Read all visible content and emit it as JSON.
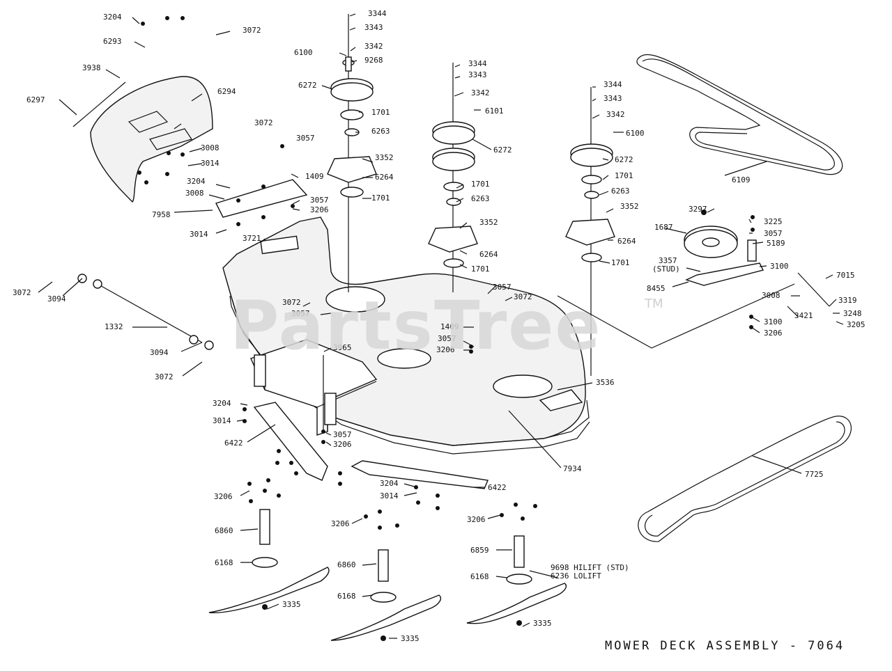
{
  "watermark": {
    "text": "PartsTree",
    "tm": "TM"
  },
  "caption": "MOWER DECK ASSEMBLY - 7064",
  "parts": [
    {
      "id": "p1",
      "label": "3204"
    },
    {
      "id": "p2",
      "label": "6293"
    },
    {
      "id": "p3",
      "label": "3072"
    },
    {
      "id": "p4",
      "label": "3938"
    },
    {
      "id": "p5",
      "label": "6297"
    },
    {
      "id": "p6",
      "label": "6294"
    },
    {
      "id": "p7",
      "label": "3344"
    },
    {
      "id": "p8",
      "label": "3343"
    },
    {
      "id": "p9",
      "label": "6100"
    },
    {
      "id": "p10",
      "label": "3342"
    },
    {
      "id": "p11",
      "label": "9268"
    },
    {
      "id": "p12",
      "label": "6272"
    },
    {
      "id": "p13",
      "label": "1701"
    },
    {
      "id": "p14",
      "label": "6263"
    },
    {
      "id": "p15",
      "label": "3352"
    },
    {
      "id": "p16",
      "label": "6264"
    },
    {
      "id": "p17",
      "label": "1701"
    },
    {
      "id": "p18",
      "label": "3072"
    },
    {
      "id": "p19",
      "label": "3057"
    },
    {
      "id": "p20",
      "label": "3008"
    },
    {
      "id": "p21",
      "label": "3014"
    },
    {
      "id": "p22",
      "label": "1409"
    },
    {
      "id": "p23",
      "label": "3204"
    },
    {
      "id": "p24",
      "label": "3008"
    },
    {
      "id": "p25",
      "label": "7958"
    },
    {
      "id": "p26",
      "label": "3057"
    },
    {
      "id": "p27",
      "label": "3206"
    },
    {
      "id": "p28",
      "label": "3014"
    },
    {
      "id": "p29",
      "label": "3721"
    },
    {
      "id": "p30",
      "label": "3344"
    },
    {
      "id": "p31",
      "label": "3343"
    },
    {
      "id": "p32",
      "label": "3342"
    },
    {
      "id": "p33",
      "label": "6101"
    },
    {
      "id": "p34",
      "label": "6272"
    },
    {
      "id": "p35",
      "label": "1701"
    },
    {
      "id": "p36",
      "label": "6263"
    },
    {
      "id": "p37",
      "label": "3352"
    },
    {
      "id": "p38",
      "label": "6264"
    },
    {
      "id": "p39",
      "label": "1701"
    },
    {
      "id": "p40",
      "label": "3344"
    },
    {
      "id": "p41",
      "label": "3343"
    },
    {
      "id": "p42",
      "label": "3342"
    },
    {
      "id": "p43",
      "label": "6100"
    },
    {
      "id": "p44",
      "label": "6272"
    },
    {
      "id": "p45",
      "label": "1701"
    },
    {
      "id": "p46",
      "label": "6263"
    },
    {
      "id": "p47",
      "label": "3352"
    },
    {
      "id": "p48",
      "label": "6264"
    },
    {
      "id": "p49",
      "label": "1701"
    },
    {
      "id": "p50",
      "label": "6109"
    },
    {
      "id": "p51",
      "label": "3297"
    },
    {
      "id": "p52",
      "label": "3225"
    },
    {
      "id": "p53",
      "label": "1687"
    },
    {
      "id": "p54",
      "label": "3057"
    },
    {
      "id": "p55",
      "label": "5189"
    },
    {
      "id": "p56",
      "label": "3357"
    },
    {
      "id": "p57",
      "label": "(STUD)"
    },
    {
      "id": "p58",
      "label": "3100"
    },
    {
      "id": "p59",
      "label": "8455"
    },
    {
      "id": "p60",
      "label": "7015"
    },
    {
      "id": "p61",
      "label": "3008"
    },
    {
      "id": "p62",
      "label": "3319"
    },
    {
      "id": "p63",
      "label": "3421"
    },
    {
      "id": "p64",
      "label": "3248"
    },
    {
      "id": "p65",
      "label": "3100"
    },
    {
      "id": "p66",
      "label": "3205"
    },
    {
      "id": "p67",
      "label": "3206"
    },
    {
      "id": "p68",
      "label": "3072"
    },
    {
      "id": "p69",
      "label": "3094"
    },
    {
      "id": "p70",
      "label": "1332"
    },
    {
      "id": "p71",
      "label": "3094"
    },
    {
      "id": "p72",
      "label": "3072"
    },
    {
      "id": "p73",
      "label": "3072"
    },
    {
      "id": "p74",
      "label": "3057"
    },
    {
      "id": "p75",
      "label": "3965"
    },
    {
      "id": "p76",
      "label": "3057"
    },
    {
      "id": "p77",
      "label": "3072"
    },
    {
      "id": "p78",
      "label": "1409"
    },
    {
      "id": "p79",
      "label": "3057"
    },
    {
      "id": "p80",
      "label": "3206"
    },
    {
      "id": "p81",
      "label": "3536"
    },
    {
      "id": "p82",
      "label": "3204"
    },
    {
      "id": "p83",
      "label": "3014"
    },
    {
      "id": "p84",
      "label": "6422"
    },
    {
      "id": "p85",
      "label": "3057"
    },
    {
      "id": "p86",
      "label": "3206"
    },
    {
      "id": "p87",
      "label": "7934"
    },
    {
      "id": "p88",
      "label": "7725"
    },
    {
      "id": "p89",
      "label": "3204"
    },
    {
      "id": "p90",
      "label": "6422"
    },
    {
      "id": "p91",
      "label": "3014"
    },
    {
      "id": "p92",
      "label": "3206"
    },
    {
      "id": "p93",
      "label": "3206"
    },
    {
      "id": "p94",
      "label": "3206"
    },
    {
      "id": "p95",
      "label": "6860"
    },
    {
      "id": "p96",
      "label": "6168"
    },
    {
      "id": "p97",
      "label": "3335"
    },
    {
      "id": "p98",
      "label": "6860"
    },
    {
      "id": "p99",
      "label": "6168"
    },
    {
      "id": "p100",
      "label": "3335"
    },
    {
      "id": "p101",
      "label": "6859"
    },
    {
      "id": "p102",
      "label": "6168"
    },
    {
      "id": "p103",
      "label": "3335"
    },
    {
      "id": "p104",
      "label": "9698 HILIFT (STD)"
    },
    {
      "id": "p105",
      "label": "6236 LOLIFT"
    }
  ]
}
